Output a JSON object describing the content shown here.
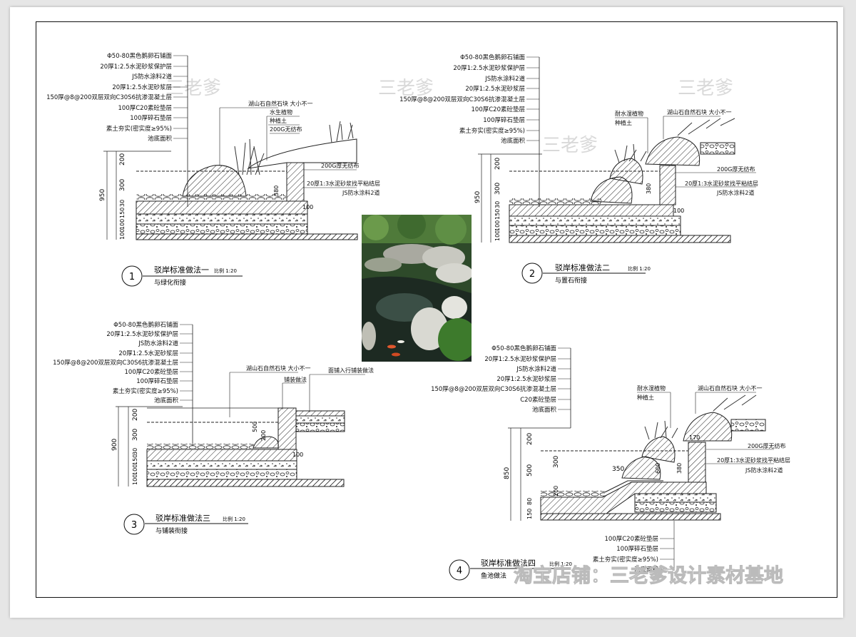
{
  "watermarks": {
    "brand": "三老爹",
    "shop": "淘宝店铺：三老爹设计素材基地"
  },
  "sections": [
    {
      "number": "1",
      "title": "驳岸标准做法一",
      "subtitle": "与绿化衔接",
      "scale": "比例 1:20",
      "left_labels": [
        "Φ50-80黑色鹅卵石铺面",
        "20厚1:2.5水泥砂浆保护层",
        "JS防水涂料2道",
        "20厚1:2.5水泥砂浆层",
        "150厚@8@200双层双向C30S6抗渗混凝土层",
        "100厚C20素砼垫层",
        "100厚碎石垫层",
        "素土夯实(密实度≥95%)",
        "池底面积"
      ],
      "top_labels": [
        "湖山石自然石块 大小不一",
        "水生植物",
        "种植土",
        "200G无纺布"
      ],
      "right_labels": [
        "200G厚无纺布",
        "20厚1:3水泥砂浆找平粘结层",
        "JS防水涂料2道"
      ],
      "dims": [
        "200",
        "300",
        "950",
        "30",
        "150",
        "100",
        "100",
        "380",
        "100"
      ]
    },
    {
      "number": "2",
      "title": "驳岸标准做法二",
      "subtitle": "与置石衔接",
      "scale": "比例 1:20",
      "left_labels": [
        "Φ50-80黑色鹅卵石铺面",
        "20厚1:2.5水泥砂浆保护层",
        "JS防水涂料2道",
        "20厚1:2.5水泥砂浆层",
        "150厚@8@200双层双向C30S6抗渗混凝土层",
        "100厚C20素砼垫层",
        "100厚碎石垫层",
        "素土夯实(密实度≥95%)",
        "池底面积"
      ],
      "top_labels": [
        "耐水湿植物",
        "种植土",
        "湖山石自然石块 大小不一"
      ],
      "right_labels": [
        "200G厚无纺布",
        "20厚1:3水泥砂浆找平粘结层",
        "JS防水涂料2道"
      ],
      "dims": [
        "200",
        "300",
        "950",
        "30",
        "150",
        "100",
        "100",
        "380",
        "100"
      ]
    },
    {
      "number": "3",
      "title": "驳岸标准做法三",
      "subtitle": "与铺装衔接",
      "scale": "比例 1:20",
      "left_labels": [
        "Φ50-80黑色鹅卵石铺面",
        "20厚1:2.5水泥砂浆保护层",
        "JS防水涂料2道",
        "20厚1:2.5水泥砂浆层",
        "150厚@8@200双层双向C30S6抗渗混凝土层",
        "100厚C20素砼垫层",
        "100厚碎石垫层",
        "素土夯实(密实度≥95%)",
        "池底面积"
      ],
      "top_labels": [
        "湖山石自然石块 大小不一",
        "铺装做法",
        "面铺入行铺装做法"
      ],
      "right_labels": [],
      "dims": [
        "200",
        "300",
        "900",
        "30",
        "150",
        "100",
        "100",
        "500",
        "200",
        "100"
      ]
    },
    {
      "number": "4",
      "title": "驳岸标准做法四",
      "subtitle": "鱼池做法",
      "scale": "比例 1:20",
      "left_labels": [
        "Φ50-80黑色鹅卵石铺面",
        "20厚1:2.5水泥砂浆保护层",
        "JS防水涂料2道",
        "20厚1:2.5水泥砂浆层",
        "150厚@8@200双层双向C30S6抗渗混凝土层",
        "C20素砼垫层",
        "池底面积"
      ],
      "top_labels": [
        "耐水湿植物",
        "种植土",
        "湖山石自然石块 大小不一"
      ],
      "right_labels": [
        "200G厚无纺布",
        "20厚1:3水泥砂浆找平粘结层",
        "JS防水涂料2道"
      ],
      "bottom_labels": [
        "100厚C20素砼垫层",
        "100厚碎石垫层",
        "素土夯实(密实度≥95%)",
        "池底面积"
      ],
      "dims": [
        "200",
        "500",
        "850",
        "80",
        "150",
        "300",
        "350",
        "600",
        "380",
        "170",
        "200"
      ]
    }
  ]
}
